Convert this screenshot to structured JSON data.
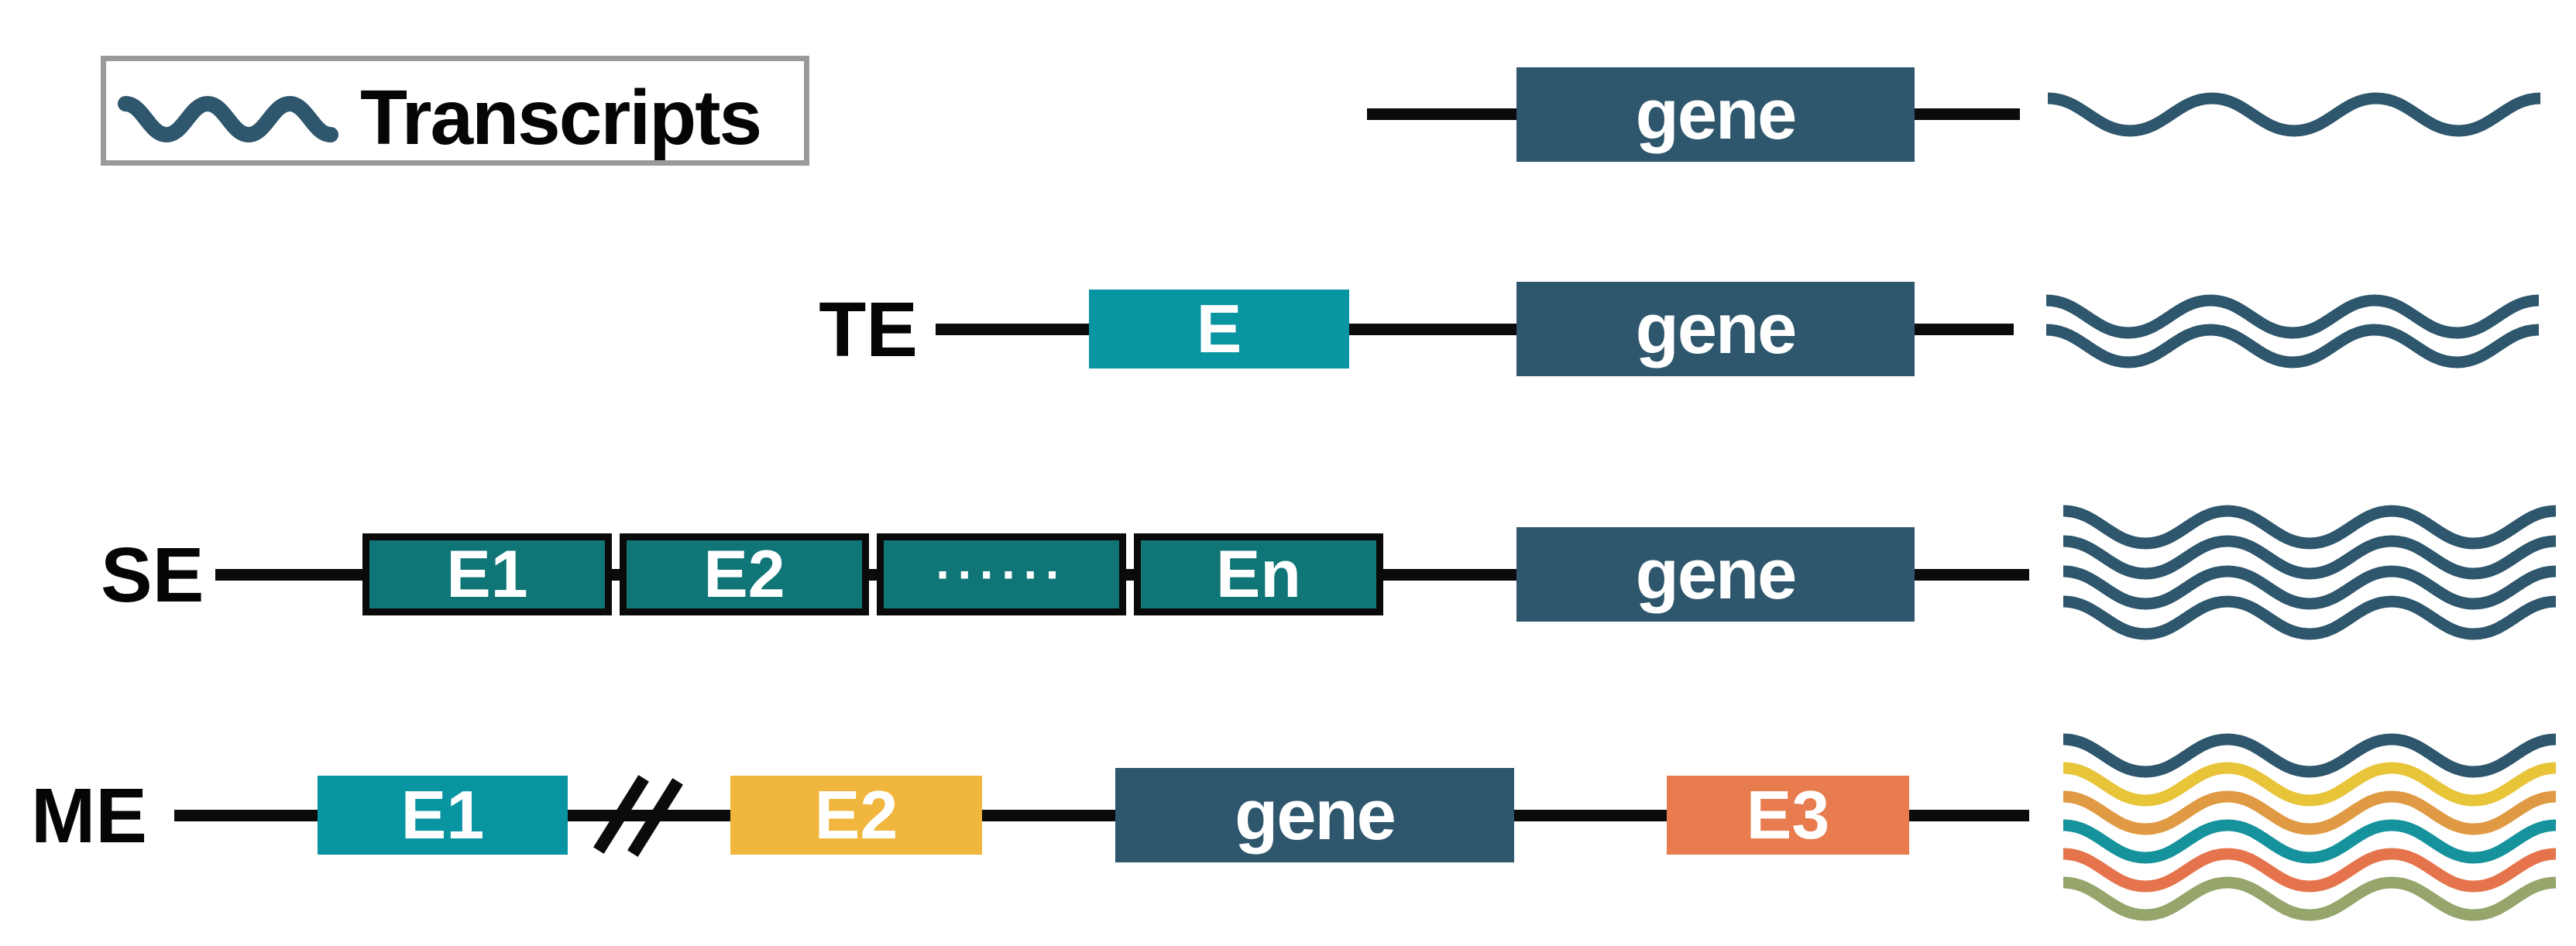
{
  "figure": {
    "background": "#FFFFFF",
    "type": "enhancer-transcription-diagram"
  },
  "legend": {
    "label": "Transcripts",
    "swatch": "wavy-line",
    "wave_color": "#2E566C",
    "border_color": "#9A9A9A"
  },
  "palette": {
    "dna_line": "#0B0B0B",
    "gene_fill": "#2E566C",
    "box_text": "#FFFFFF",
    "label_text": "#050505",
    "enhancer_teal": "#0994A1",
    "super_enhancer_fill": "#0F7576",
    "super_enhancer_border": "#0A0A0A",
    "enhancer_yellow": "#F0B63D",
    "enhancer_orange": "#E87C4E"
  },
  "rows": [
    {
      "id": "gene-only",
      "label": "",
      "gene_label": "gene",
      "transcript_count": 1,
      "transcript_colors": [
        "#2E566C"
      ]
    },
    {
      "id": "TE",
      "label": "TE",
      "enhancers": [
        "E"
      ],
      "enhancer_fill": "#0994A1",
      "gene_label": "gene",
      "transcript_count": 2,
      "transcript_colors": [
        "#2E566C",
        "#2E566C"
      ]
    },
    {
      "id": "SE",
      "label": "SE",
      "enhancers": [
        "E1",
        "E2",
        "······",
        "En"
      ],
      "enhancer_fill": "#0F7576",
      "enhancer_border": "#0A0A0A",
      "gene_label": "gene",
      "transcript_count": 4,
      "transcript_colors": [
        "#2E566C",
        "#2E566C",
        "#2E566C",
        "#2E566C"
      ]
    },
    {
      "id": "ME",
      "label": "ME",
      "enhancers": [
        "E1",
        "E2",
        "E3"
      ],
      "enhancer_fills": [
        "#0994A1",
        "#F0B63D",
        "#E87C4E"
      ],
      "has_distance_break": true,
      "gene_label": "gene",
      "transcript_count": 6,
      "transcript_colors": [
        "#2E566C",
        "#E7C438",
        "#E09A43",
        "#15929C",
        "#E5744C",
        "#95A56B"
      ]
    }
  ]
}
